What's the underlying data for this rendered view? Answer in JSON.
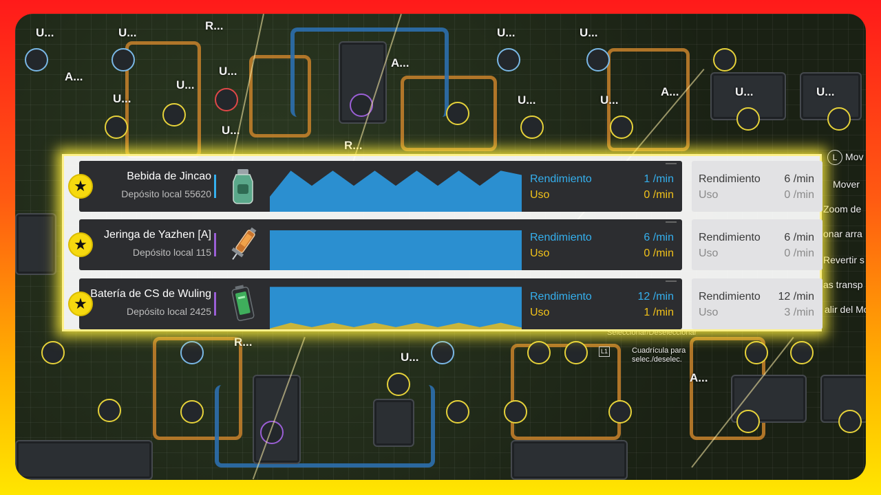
{
  "colors": {
    "frame_top": "#ff1a1a",
    "frame_bottom": "#ffe600",
    "panel_glow": "#ffee3c",
    "card_bg": "#2c2d30",
    "side_bg": "#e2e2e4",
    "output_blue": "#35b0ee",
    "usage_gold": "#f2c21a",
    "star_yellow": "#f6d90f"
  },
  "map_labels": [
    "U...",
    "R...",
    "U...",
    "A...",
    "U...",
    "U...",
    "U...",
    "U...",
    "R...",
    "A...",
    "U...",
    "U...",
    "A...",
    "U...",
    "U...",
    "U...",
    "U...",
    "R...",
    "U...",
    "A..."
  ],
  "controls": {
    "items": [
      {
        "button": "L",
        "label": "Mov"
      },
      {
        "button": "",
        "label": "Mover"
      },
      {
        "button": "",
        "label": "Zoom de"
      },
      {
        "button": "",
        "label": "onar arra"
      },
      {
        "button": "",
        "label": "Revertir s"
      },
      {
        "button": "",
        "label": "as transp"
      },
      {
        "button": "",
        "label": "alir del Mo"
      }
    ],
    "select_hint": "Seleccionar/Deseleccionar",
    "combo_button": "L1",
    "grid_hint": "Cuadrícula para selec./deselec."
  },
  "items": [
    {
      "name": "Bebida de Jincao",
      "depot_label": "Depósito local",
      "depot_count": "55620",
      "accent": "#35b0ee",
      "icon": "green-bottle-icon",
      "icon_color": "#5aa88a",
      "output_label": "Rendimiento",
      "output_value": "1 /min",
      "usage_label": "Uso",
      "usage_value": "0 /min",
      "side_output_label": "Rendimiento",
      "side_output_value": "6 /min",
      "side_usage_label": "Uso",
      "side_usage_value": "0 /min",
      "series": {
        "output": [
          0.35,
          0.95,
          0.6,
          0.95,
          0.6,
          0.95,
          0.6,
          0.95,
          0.6,
          0.95,
          0.6,
          0.95,
          0.85
        ],
        "usage": [
          0,
          0,
          0,
          0,
          0,
          0,
          0,
          0,
          0,
          0,
          0,
          0,
          0
        ]
      }
    },
    {
      "name": "Jeringa de Yazhen [A]",
      "depot_label": "Depósito local",
      "depot_count": "115",
      "accent": "#9b5fd6",
      "icon": "syringe-icon",
      "icon_color": "#c8742d",
      "output_label": "Rendimiento",
      "output_value": "6 /min",
      "usage_label": "Uso",
      "usage_value": "0 /min",
      "side_output_label": "Rendimiento",
      "side_output_value": "6 /min",
      "side_usage_label": "Uso",
      "side_usage_value": "0 /min",
      "series": {
        "output": [
          0.92,
          0.92,
          0.92,
          0.92,
          0.92,
          0.92,
          0.92,
          0.92,
          0.92,
          0.92,
          0.92,
          0.92,
          0.92
        ],
        "usage": [
          0,
          0,
          0,
          0,
          0,
          0,
          0,
          0,
          0,
          0,
          0,
          0,
          0
        ]
      }
    },
    {
      "name": "Batería de CS de Wuling",
      "depot_label": "Depósito local",
      "depot_count": "2425",
      "accent": "#9b5fd6",
      "icon": "battery-icon",
      "icon_color": "#3fae5c",
      "output_label": "Rendimiento",
      "output_value": "12 /min",
      "usage_label": "Uso",
      "usage_value": "1 /min",
      "side_output_label": "Rendimiento",
      "side_output_value": "12 /min",
      "side_usage_label": "Uso",
      "side_usage_value": "3 /min",
      "series": {
        "output": [
          0.98,
          0.98,
          0.98,
          0.98,
          0.98,
          0.98,
          0.98,
          0.98,
          0.98,
          0.98,
          0.98,
          0.98,
          0.98
        ],
        "usage": [
          0.02,
          0.15,
          0.05,
          0.15,
          0.05,
          0.15,
          0.05,
          0.15,
          0.05,
          0.15,
          0.05,
          0.15,
          0.04
        ]
      }
    }
  ]
}
